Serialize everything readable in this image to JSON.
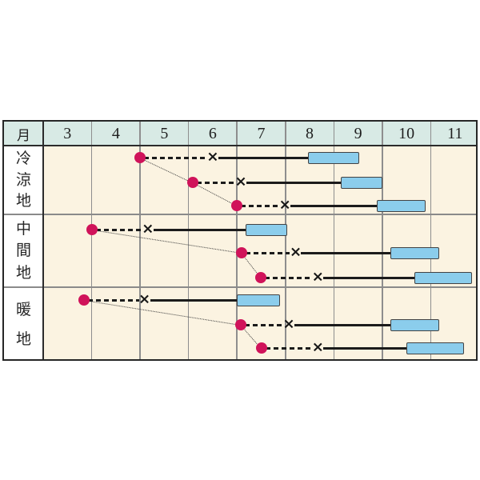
{
  "header": {
    "corner_label": "月"
  },
  "colors": {
    "page_bg": "#ffffff",
    "header_bg": "#d8eae5",
    "plot_bg": "#fbf3e1",
    "region_label_bg": "#ffffff",
    "grid_line": "#8e8e8e",
    "frame": "#262626",
    "sow_dot": "#d0135a",
    "line": "#1b1b1b",
    "harvest_bar_fill": "#8bcdec",
    "harvest_bar_border": "#434343"
  },
  "markers": {
    "dot": "sow-dot-marker",
    "x": "transplant-x-marker",
    "bar": "harvest-bar",
    "x_glyph": "×"
  },
  "chart_data": {
    "type": "gantt",
    "corner_label": "月",
    "x_ticks": [
      "3",
      "4",
      "5",
      "6",
      "7",
      "8",
      "9",
      "10",
      "11"
    ],
    "x_range": [
      3,
      12
    ],
    "grid": true,
    "units_note": "month units: 5.0 = left edge of month-5 column",
    "regions": [
      {
        "name": "冷涼地",
        "rows": [
          {
            "sow": 5.0,
            "transplant": 6.5,
            "harvest": [
              8.47,
              9.52
            ]
          },
          {
            "sow": 6.08,
            "transplant": 7.08,
            "harvest": [
              9.14,
              10.01
            ]
          },
          {
            "sow": 6.99,
            "transplant": 7.99,
            "harvest": [
              9.89,
              10.9
            ]
          }
        ]
      },
      {
        "name": "中間地",
        "rows": [
          {
            "sow": 4.0,
            "transplant": 5.16,
            "harvest": [
              7.18,
              8.03
            ]
          },
          {
            "sow": 7.09,
            "transplant": 8.21,
            "harvest": [
              10.17,
              11.17
            ]
          },
          {
            "sow": 7.49,
            "transplant": 8.67,
            "harvest": [
              10.66,
              11.85
            ]
          }
        ]
      },
      {
        "name": "暖地",
        "rows": [
          {
            "sow": 3.85,
            "transplant": 5.09,
            "harvest": [
              7.0,
              7.89
            ]
          },
          {
            "sow": 7.08,
            "transplant": 8.07,
            "harvest": [
              10.17,
              11.17
            ]
          },
          {
            "sow": 7.5,
            "transplant": 8.67,
            "harvest": [
              10.5,
              11.69
            ]
          }
        ]
      }
    ]
  }
}
